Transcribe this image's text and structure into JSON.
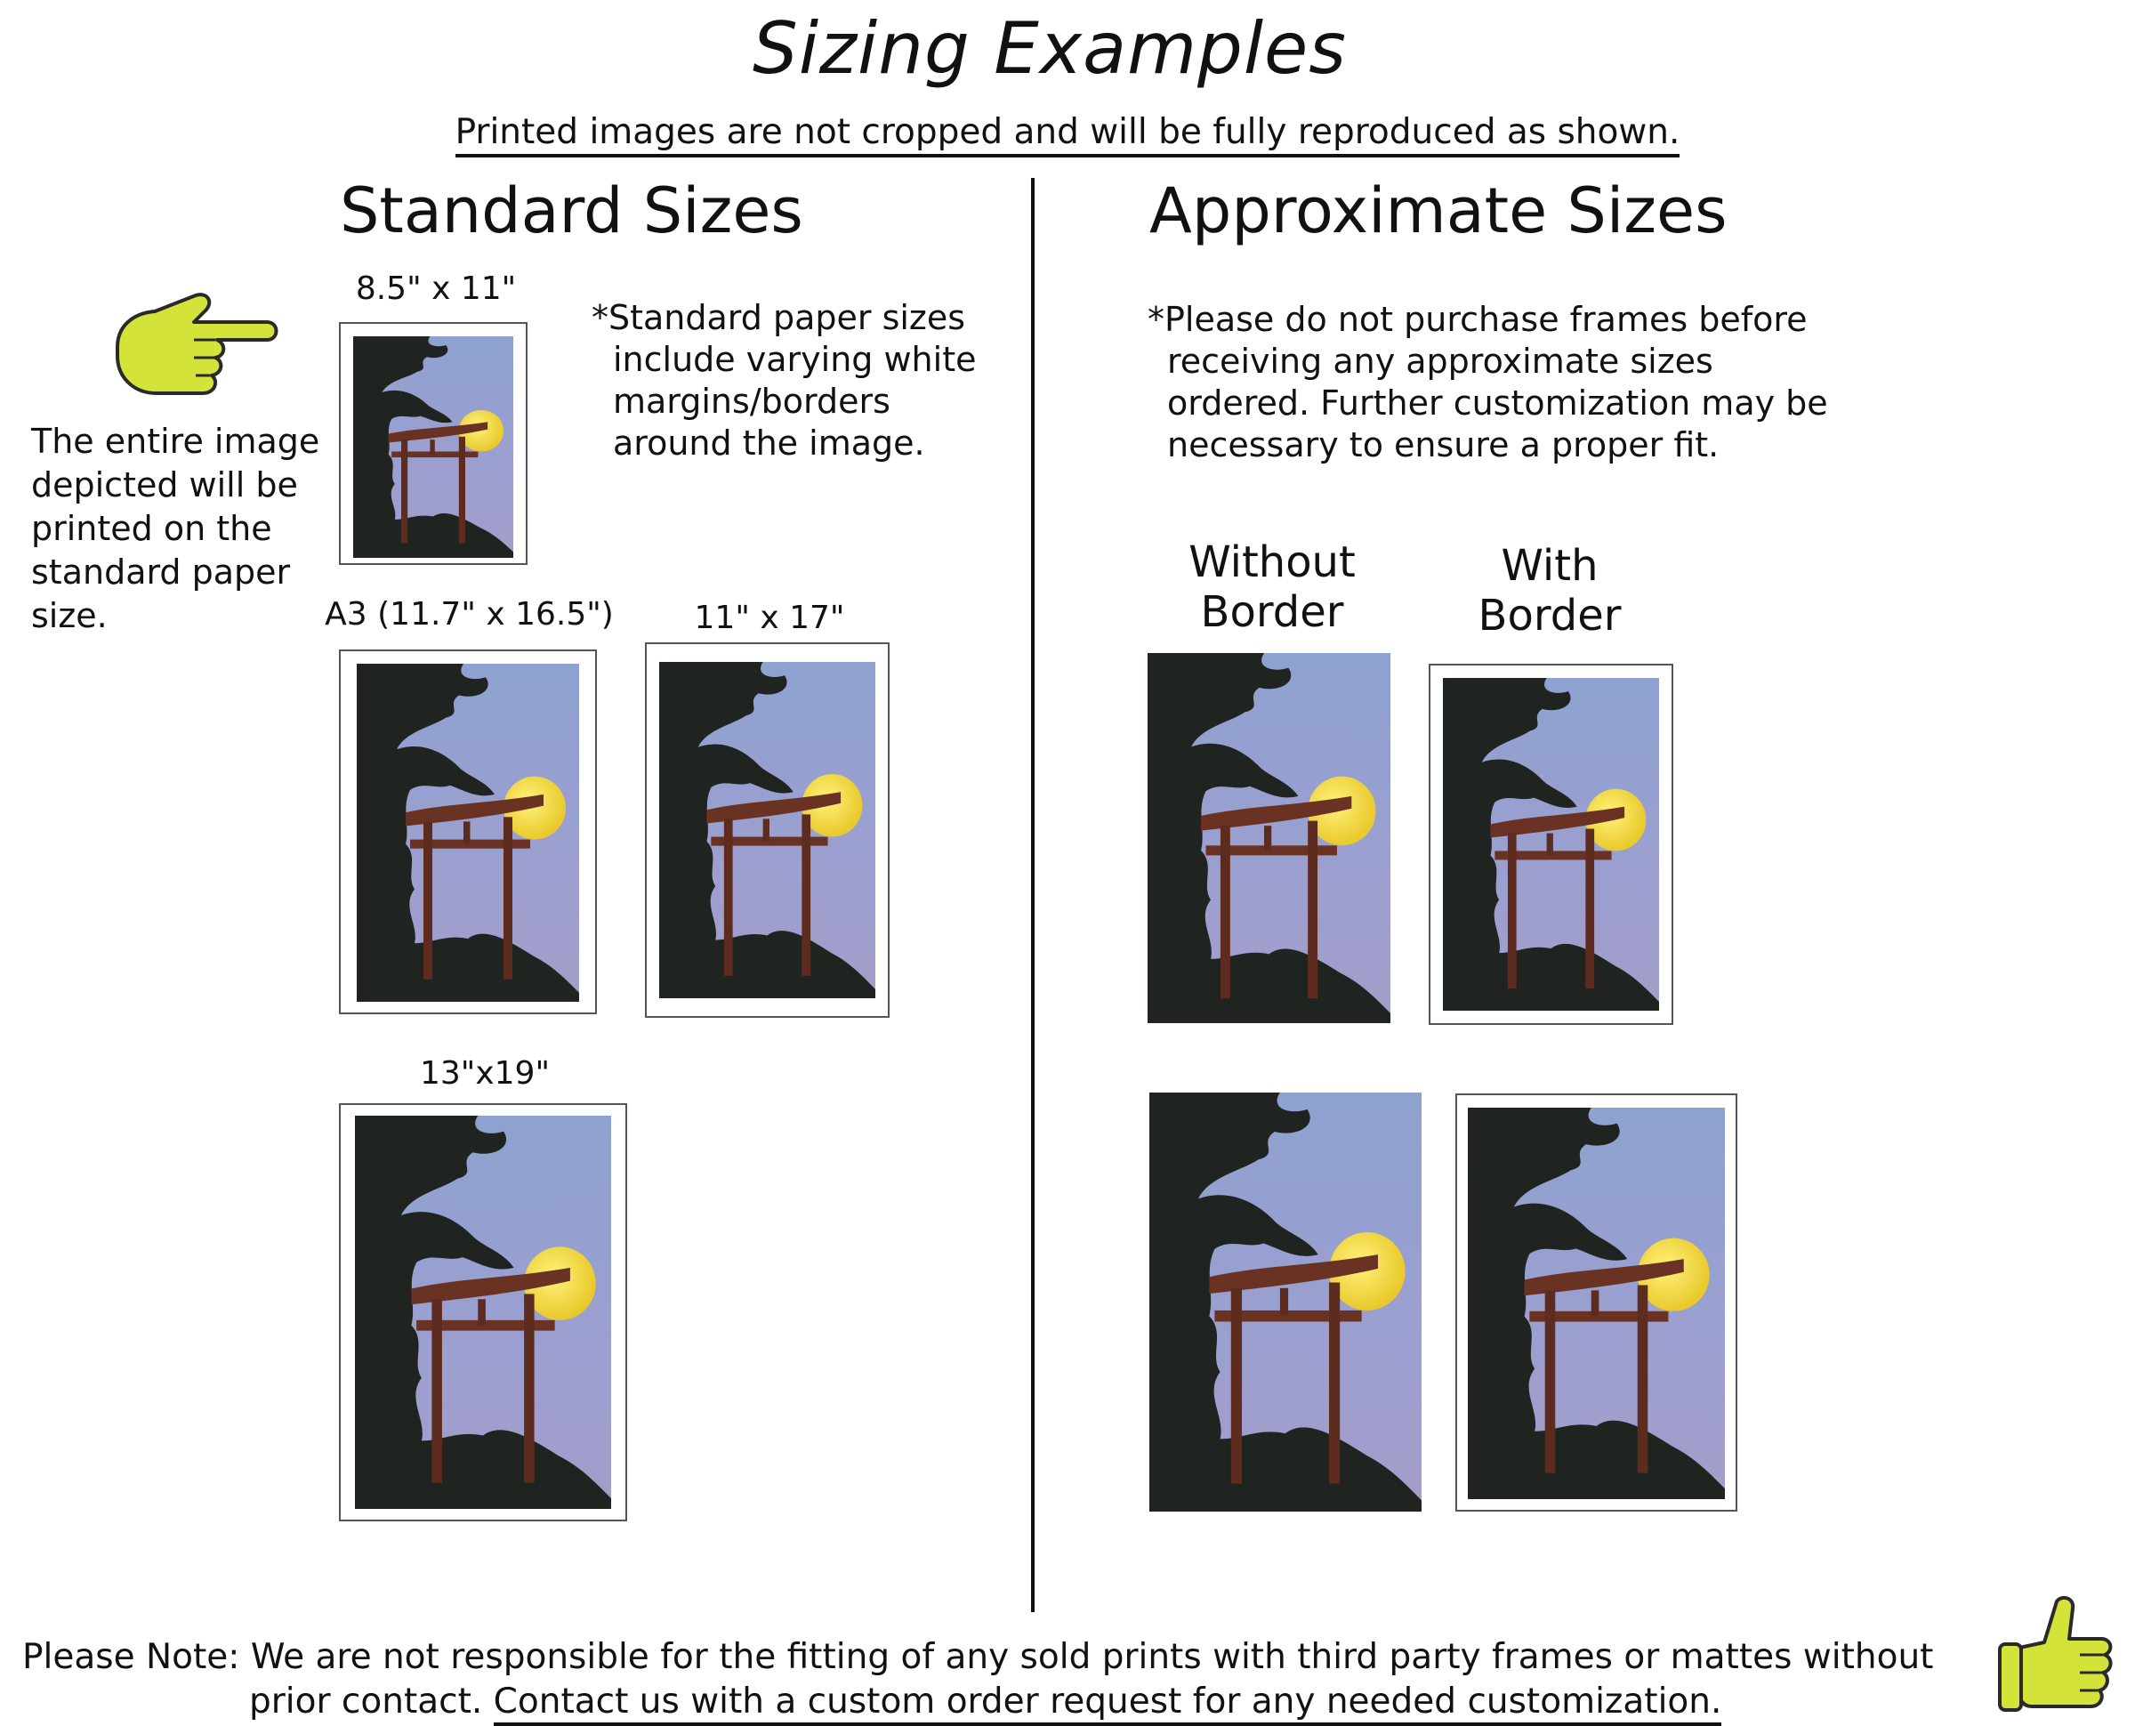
{
  "title": "Sizing Examples",
  "subtitle": "Printed images are not cropped and will be fully reproduced as shown.",
  "standard": {
    "heading": "Standard Sizes",
    "note_lines": [
      "*Standard paper sizes",
      "include varying white",
      "margins/borders",
      "around the image."
    ],
    "side_note_lines": [
      "The entire image",
      "depicted will be",
      "printed on the",
      "standard paper",
      "size."
    ],
    "sizes": [
      {
        "label": "8.5\" x 11\""
      },
      {
        "label": "A3 (11.7\" x 16.5\")"
      },
      {
        "label": "11\" x 17\""
      },
      {
        "label": "13\"x19\""
      }
    ]
  },
  "approximate": {
    "heading": "Approximate Sizes",
    "note_lines": [
      "*Please do not purchase frames before",
      "receiving any approximate sizes",
      "ordered. Further customization may be",
      "necessary to ensure a proper fit."
    ],
    "without_border": [
      "Without",
      "Border"
    ],
    "with_border": [
      "With",
      "Border"
    ]
  },
  "footer": {
    "prefix": "Please Note:",
    "line1": "We are not responsible for the fitting of any sold prints with third party frames or mattes without",
    "line2_plain": "prior contact.",
    "line2_link": "Contact us with a custom order request for any needed customization."
  },
  "icons": {
    "pointing_hand": "pointing-hand-icon",
    "thumbs_up": "thumbs-up-icon",
    "accent": "#d4e33a"
  }
}
